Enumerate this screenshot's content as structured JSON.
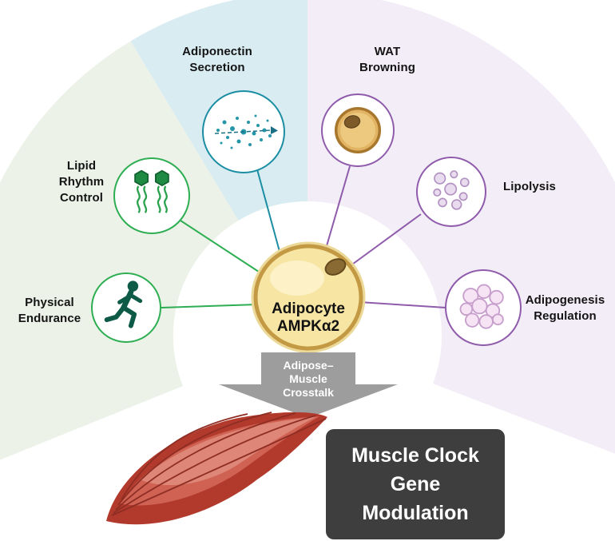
{
  "title": "Adipocyte AMPKα2 function diagram",
  "colors": {
    "green_sector": "#ecf2e7",
    "teal_sector": "#d9ecf2",
    "purple_sector": "#f3edf7",
    "green_accent": "#2eae52",
    "teal_accent": "#1b8ea3",
    "purple_accent": "#8f5bab",
    "arrow_gray": "#9d9d9d",
    "dark_box": "#3e3e3e",
    "adipocyte_fill": "#f7e5a4",
    "adipocyte_border": "#c39a43",
    "muscle_red": "#b23a2c"
  },
  "center_node": {
    "line1": "Adipocyte",
    "line2": "AMPKα2"
  },
  "nodes": [
    {
      "id": "adiponectin-secretion",
      "lines": [
        "Adiponectin",
        "Secretion"
      ],
      "icon": "adiponectin-dots-icon",
      "accent": "#1b8ea3"
    },
    {
      "id": "wat-browning",
      "lines": [
        "WAT",
        "Browning"
      ],
      "icon": "brown-adipocyte-icon",
      "accent": "#8f5bab"
    },
    {
      "id": "lipolysis",
      "lines": [
        "Lipolysis"
      ],
      "icon": "lipid-droplets-icon",
      "accent": "#8f5bab"
    },
    {
      "id": "adipogenesis-regulation",
      "lines": [
        "Adipogenesis",
        "Regulation"
      ],
      "icon": "cell-cluster-icon",
      "accent": "#8f5bab"
    },
    {
      "id": "lipid-rhythm-control",
      "lines": [
        "Lipid",
        "Rhythm",
        "Control"
      ],
      "icon": "lipid-molecule-icon",
      "accent": "#2eae52"
    },
    {
      "id": "physical-endurance",
      "lines": [
        "Physical",
        "Endurance"
      ],
      "icon": "runner-icon",
      "accent": "#2eae52"
    }
  ],
  "arrow": {
    "lines": [
      "Adipose–",
      "Muscle",
      "Crosstalk"
    ]
  },
  "output_box": {
    "lines": [
      "Muscle Clock",
      "Gene",
      "Modulation"
    ]
  }
}
